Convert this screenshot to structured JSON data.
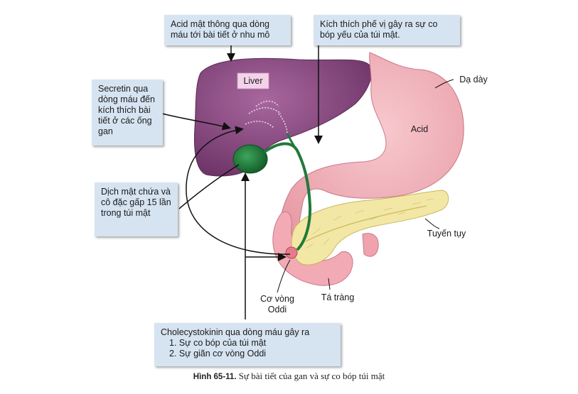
{
  "callouts": {
    "top_left": "Acid mật thông qua dòng máu tới bài tiết ở nhu mô",
    "top_right": "Kích thích phế vị gây ra sự co bóp yếu của túi mật.",
    "secretin": "Secretin qua dòng máu đến kích thích bài tiết ở các ống gan",
    "bile_concentrated": "Dịch mật chứa và cô đặc gấp 15 lần trong túi mật",
    "cck_title": "Cholecystokinin qua dòng máu gây ra",
    "cck_items": [
      "1. Sự co bóp của túi mật",
      "2. Sự giãn cơ vòng Oddi"
    ]
  },
  "organ_labels": {
    "liver": "Liver",
    "acid": "Acid",
    "stomach": "Dạ dày",
    "pancreas": "Tuyến tụy",
    "duodenum": "Tá tràng",
    "sphincter": "Cơ vòng\nOddi"
  },
  "caption": {
    "number": "Hình 65-11.",
    "text": " Sự bài tiết của gan và sự co bóp túi mật"
  },
  "colors": {
    "callout_bg": "#d6e4f2",
    "liver": "#8a4a84",
    "stomach": "#f2b5bd",
    "gallbladder": "#1f7a3a",
    "pancreas": "#f3e7a6"
  }
}
